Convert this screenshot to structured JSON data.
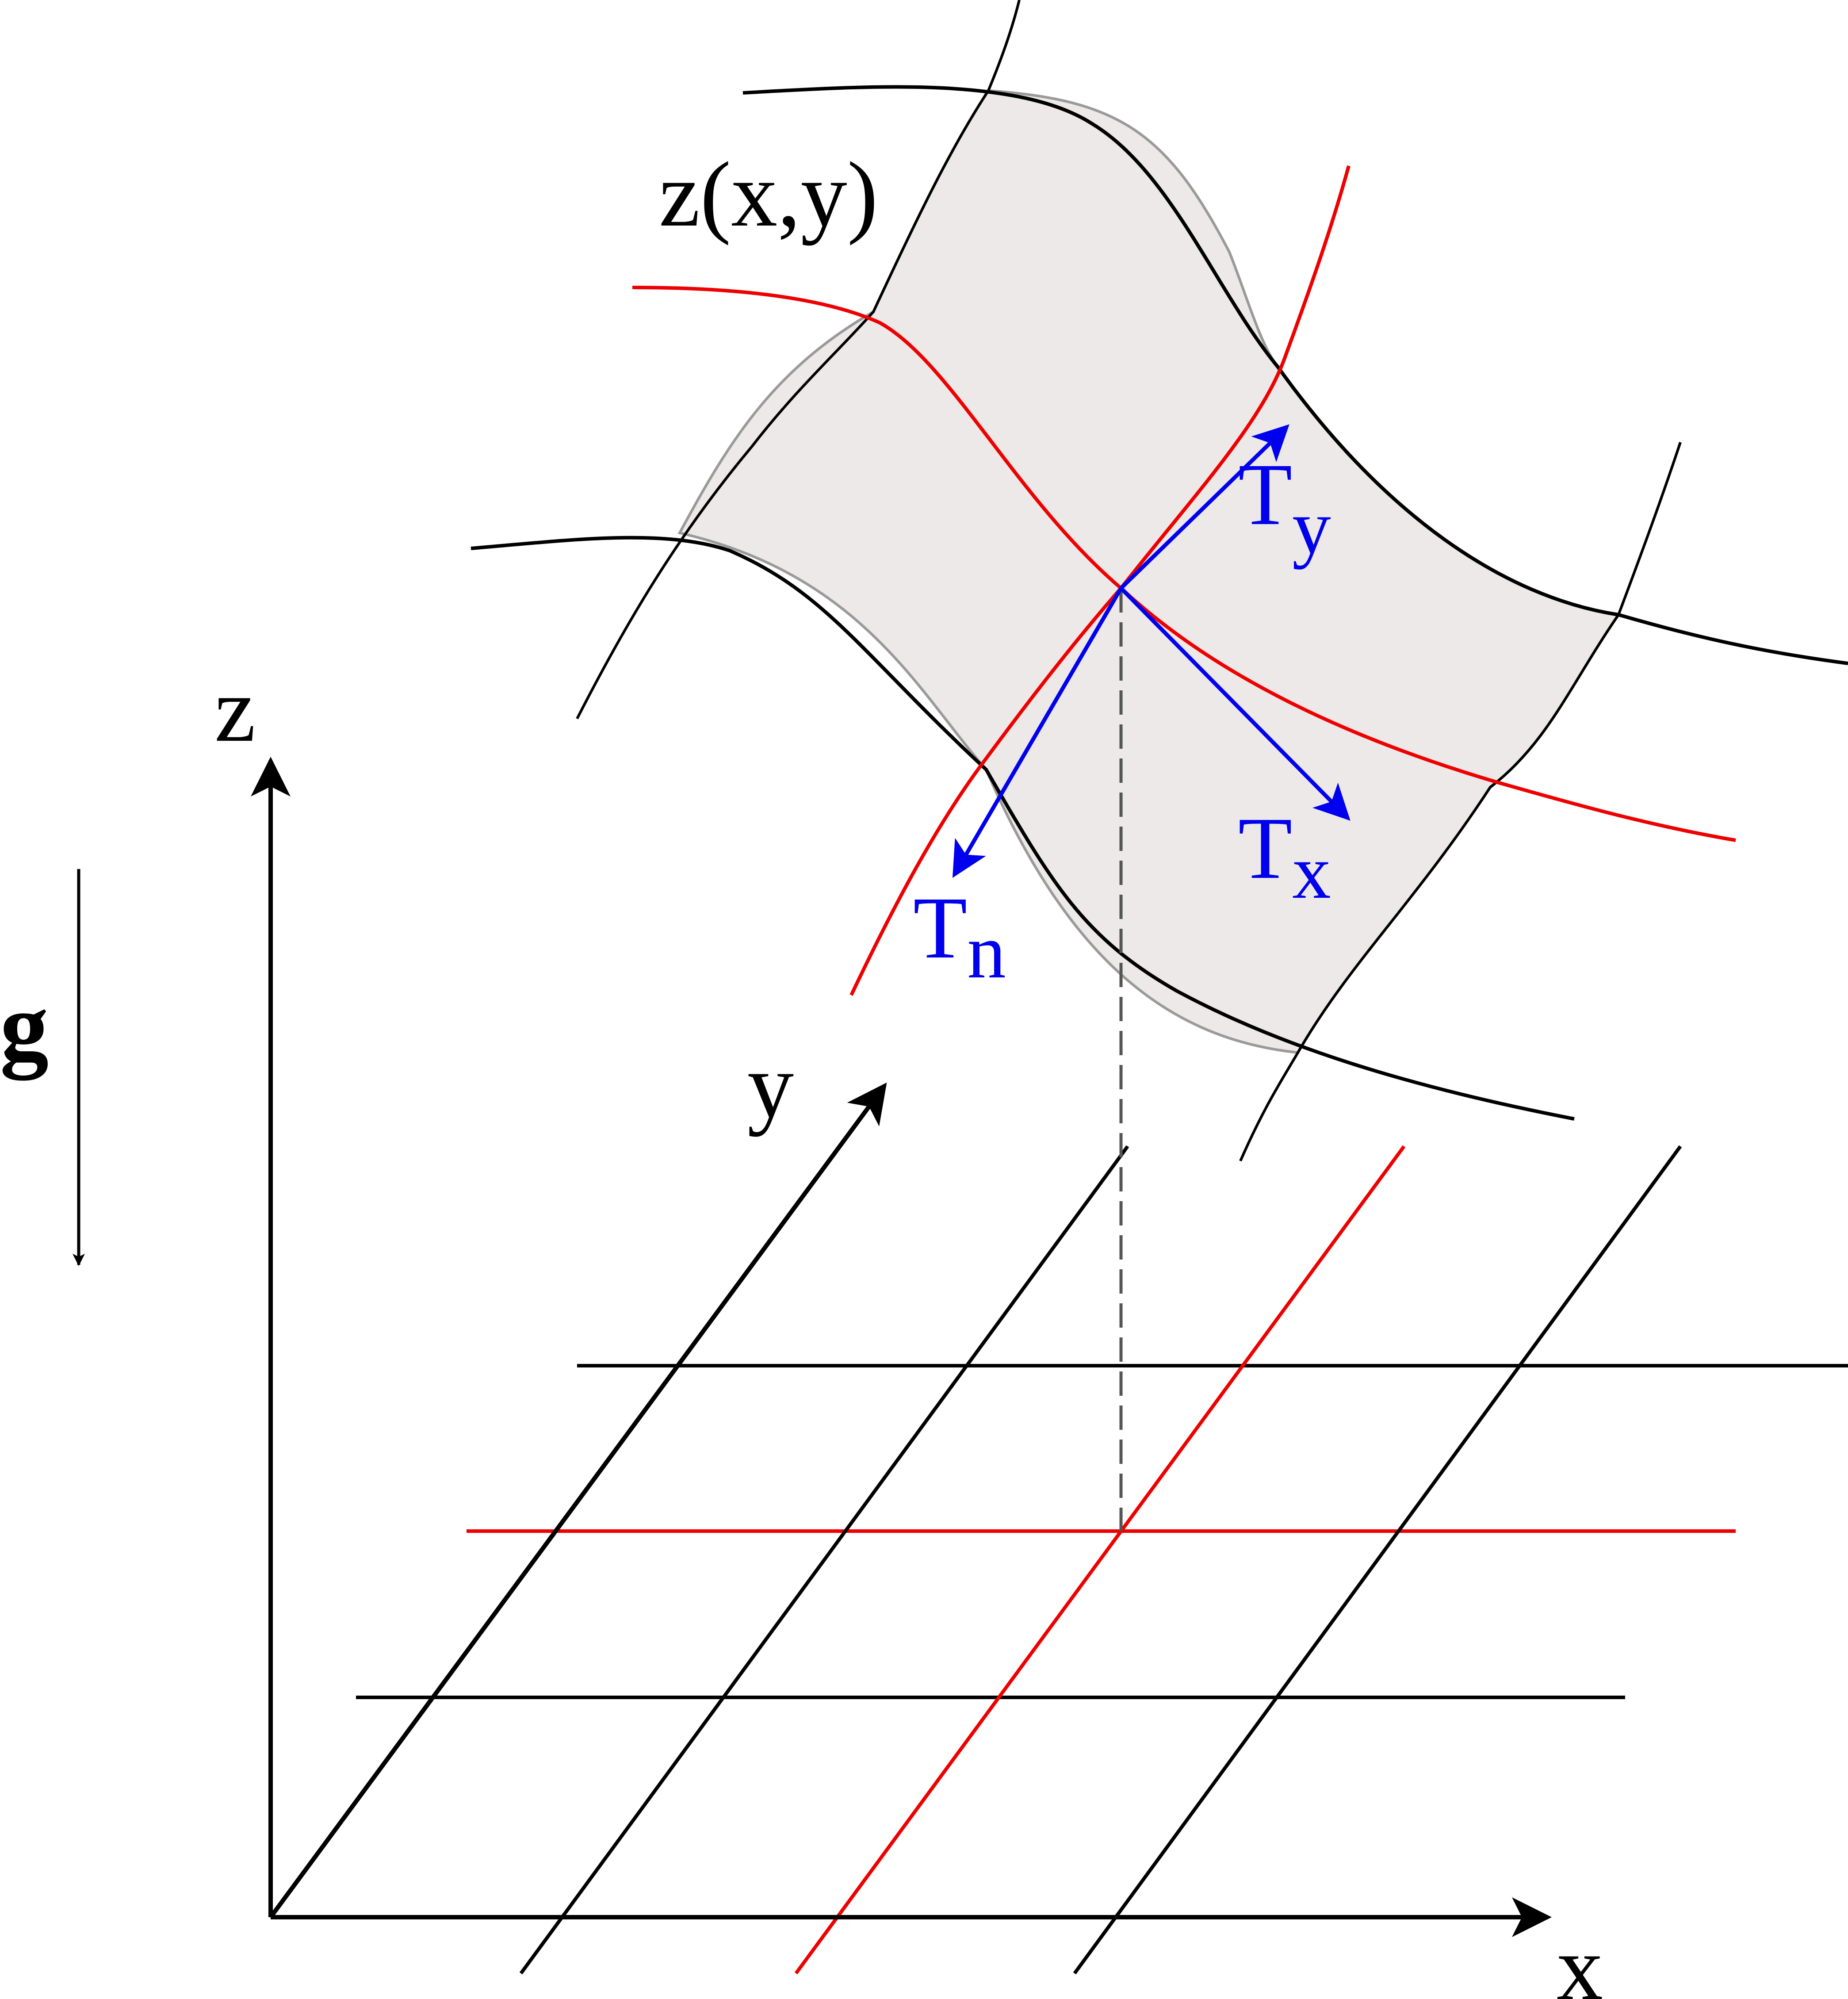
{
  "labels": {
    "surface": "z(x,y)",
    "axis_z": "z",
    "axis_y": "y",
    "axis_x": "x",
    "gravity": "g",
    "tension_y": {
      "main": "T",
      "sub": "y"
    },
    "tension_x": {
      "main": "T",
      "sub": "x"
    },
    "tension_n": {
      "main": "T",
      "sub": "n"
    }
  },
  "colors": {
    "black_lines": "#000000",
    "highlight_lines": "#ee0000",
    "tension_vectors": "#0000ee",
    "surface_fill": "#ede9e8",
    "surface_edge": "#9a9a9a",
    "projection_line": "#555555"
  }
}
